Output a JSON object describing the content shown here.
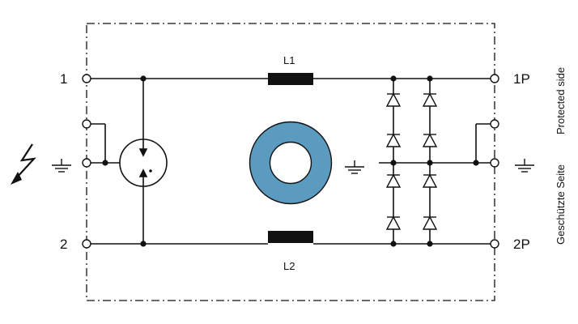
{
  "terminals": {
    "t1": "1",
    "t2": "2",
    "t1p": "1P",
    "t2p": "2P"
  },
  "inductors": {
    "l1": "L1",
    "l2": "L2"
  },
  "side_label": {
    "german": "Geschützte Seite",
    "english": "Protected side"
  },
  "colors": {
    "toroid": "#5b9bc0",
    "line": "#111111"
  },
  "icons": {
    "lightning": "lightning-icon",
    "ground": "ground-icon"
  }
}
